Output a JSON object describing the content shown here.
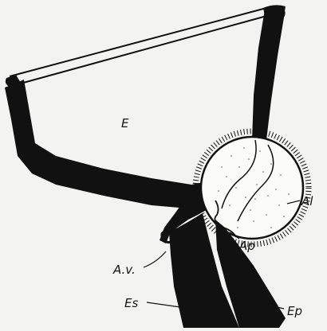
{
  "figure": {
    "labels": {
      "E": "E",
      "Al": "Al",
      "Ap": "Ap",
      "Av": "A.v.",
      "Es": "Es",
      "Ep": "Ep"
    },
    "colors": {
      "background": "#f3f3f1",
      "ink": "#111111",
      "stipple_fill": "#fbfbf8"
    }
  }
}
